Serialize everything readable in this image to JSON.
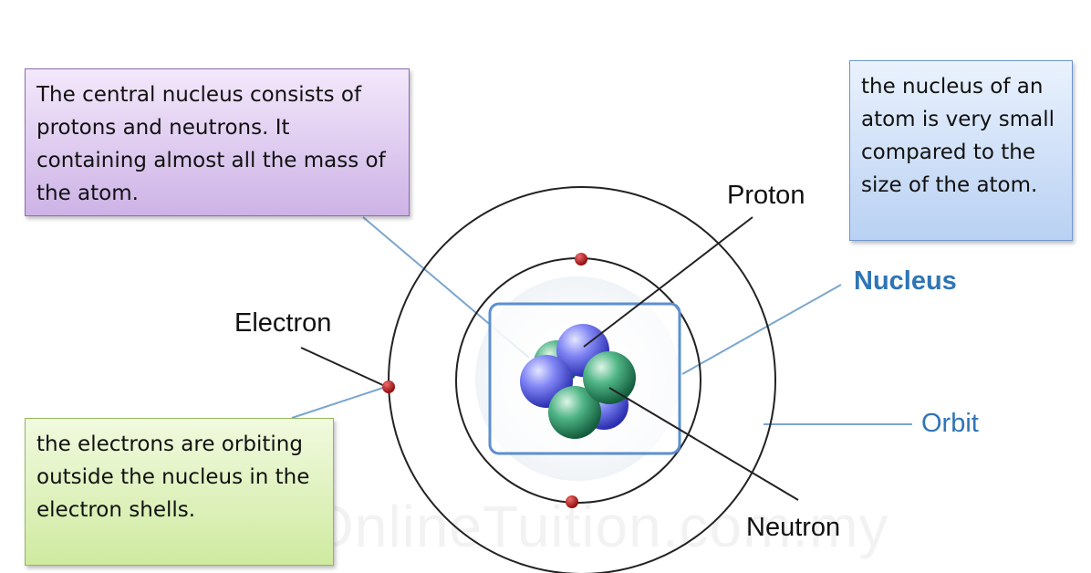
{
  "callouts": {
    "nucleus_mass": "The central nucleus consists of protons and neutrons. It containing almost all the mass of the atom.",
    "nucleus_size": "the nucleus of an atom is very small compared to the size of the atom.",
    "electron_shells": "the electrons are orbiting outside the nucleus in the electron shells."
  },
  "labels": {
    "proton": "Proton",
    "electron": "Electron",
    "nucleus": "Nucleus",
    "orbit": "Orbit",
    "neutron": "Neutron"
  },
  "watermark": "OnlineTuition.com.my",
  "colors": {
    "nucleus_label": "#2e75b6",
    "orbit_label": "#2e75b6",
    "electron": "#b01515",
    "proton": "#5b5fe8",
    "neutron": "#2f9a6a",
    "nucleus_frame": "#5b8fd1"
  }
}
